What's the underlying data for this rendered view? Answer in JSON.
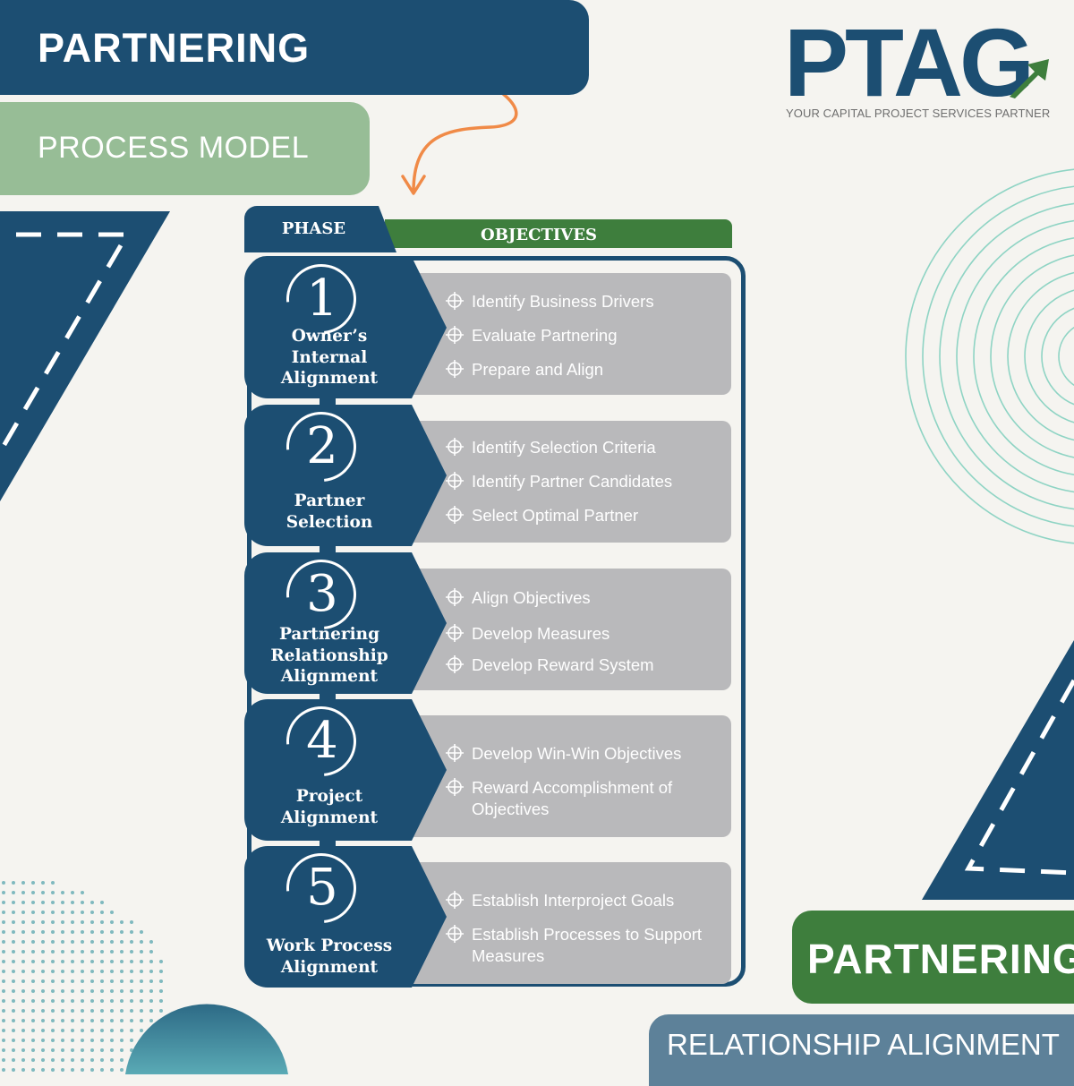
{
  "header": {
    "title": "PARTNERING",
    "subtitle": "PROCESS MODEL"
  },
  "logo": {
    "wordmark": "PTAG",
    "tagline": "YOUR CAPITAL PROJECT SERVICES PARTNER"
  },
  "table": {
    "phase_header": "PHASE",
    "objectives_header": "OBJECTIVES",
    "phases": [
      {
        "number": "1",
        "name": [
          "Owner’s",
          "Internal",
          "Alignment"
        ],
        "objectives": [
          "Identify Business Drivers",
          "Evaluate Partnering",
          "Prepare and Align"
        ]
      },
      {
        "number": "2",
        "name": [
          "Partner",
          "Selection"
        ],
        "objectives": [
          "Identify Selection Criteria",
          "Identify Partner Candidates",
          "Select Optimal Partner"
        ]
      },
      {
        "number": "3",
        "name": [
          "Partnering",
          "Relationship",
          "Alignment"
        ],
        "objectives": [
          "Align Objectives",
          "Develop Measures",
          "Develop Reward System"
        ]
      },
      {
        "number": "4",
        "name": [
          "Project",
          "Alignment"
        ],
        "objectives": [
          "Develop Win-Win Objectives",
          "Reward Accomplishment of Objectives"
        ]
      },
      {
        "number": "5",
        "name": [
          "Work Process",
          "Alignment"
        ],
        "objectives": [
          "Establish Interproject Goals",
          "Establish Processes to Support Measures"
        ]
      }
    ]
  },
  "footer": {
    "badge_title": "PARTNERING",
    "badge_subtitle": "RELATIONSHIP ALIGNMENT"
  },
  "colors": {
    "navy": "#1c4e72",
    "green": "#3e7e3d",
    "sage": "#97bd96",
    "grey_box": "#b9b9bb",
    "slate_blue": "#5d8199",
    "orange_arrow": "#f08a47",
    "teal_rings": "#8fd4c4"
  },
  "icons": {
    "objective_bullet": "crosshair-icon",
    "decor_arrow": "curly-arrow-icon",
    "logo_arrow": "growth-arrow-icon"
  }
}
